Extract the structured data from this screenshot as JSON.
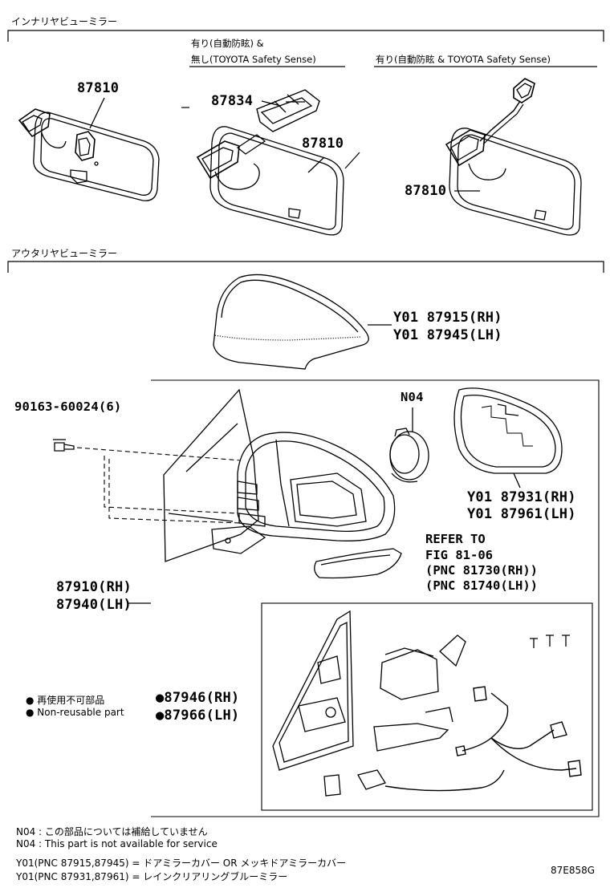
{
  "sections": {
    "inner_title": "インナリヤビューミラー",
    "outer_title": "アウタリヤビューミラー"
  },
  "inner_captions": {
    "middle_line1": "有り(自動防眩) &",
    "middle_line2": "無し(TOYOTA Safety Sense)",
    "right": "有り(自動防眩 & TOYOTA Safety Sense)"
  },
  "inner_labels": {
    "left_mirror": "87810",
    "middle_cover": "87834",
    "middle_mirror": "87810",
    "right_mirror": "87810"
  },
  "outer_labels": {
    "cover_rh": "Y01 87915(RH)",
    "cover_lh": "Y01 87945(LH)",
    "screw": "90163-60024(6)",
    "n04": "N04",
    "mirror_rh": "Y01 87931(RH)",
    "mirror_lh": "Y01 87961(LH)",
    "assy_rh": "87910(RH)",
    "assy_lh": "87940(LH)",
    "refer_line1": "REFER TO",
    "refer_line2": "FIG 81-06",
    "refer_line3": "(PNC 81730(RH))",
    "refer_line4": "(PNC 81740(LH))",
    "sub_rh": "●87946(RH)",
    "sub_lh": "●87966(LH)"
  },
  "legend": {
    "jp": "再使用不可部品",
    "en": "Non-reusable part"
  },
  "footnotes": [
    "N04 : この部品については補給していません",
    "N04 : This part is not available for service",
    "Y01(PNC 87915,87945) = ドアミラーカバー OR メッキドアミラーカバー",
    "Y01(PNC 87931,87961) = レインクリアリングブルーミラー"
  ],
  "figure_code": "87E858G"
}
